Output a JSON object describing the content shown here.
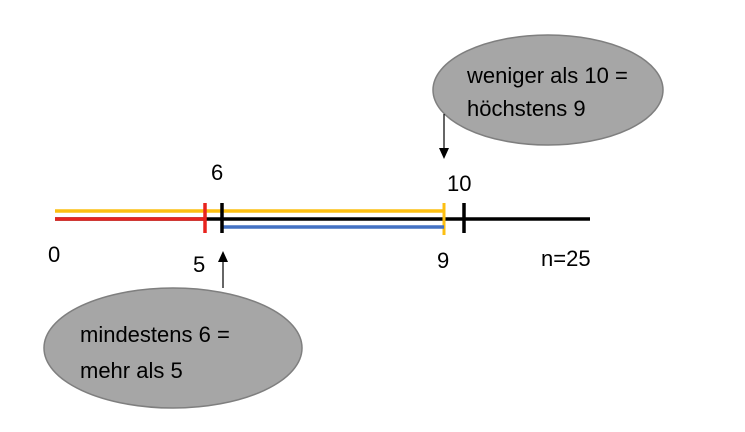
{
  "number_line": {
    "start_label": "0",
    "end_label": "n=25",
    "line_color": "#000000"
  },
  "ticks": {
    "six": "6",
    "ten": "10",
    "five": "5",
    "nine": "9"
  },
  "segments": {
    "red_color": "#e8231e",
    "yellow_color": "#fcbf12",
    "blue_color": "#4472c4"
  },
  "bubbles": {
    "top": {
      "line1": "weniger als 10 =",
      "line2": "höchstens 9",
      "fill": "#a6a6a6"
    },
    "bottom": {
      "line1": "mindestens 6 =",
      "line2": "mehr als 5",
      "fill": "#a6a6a6"
    }
  }
}
